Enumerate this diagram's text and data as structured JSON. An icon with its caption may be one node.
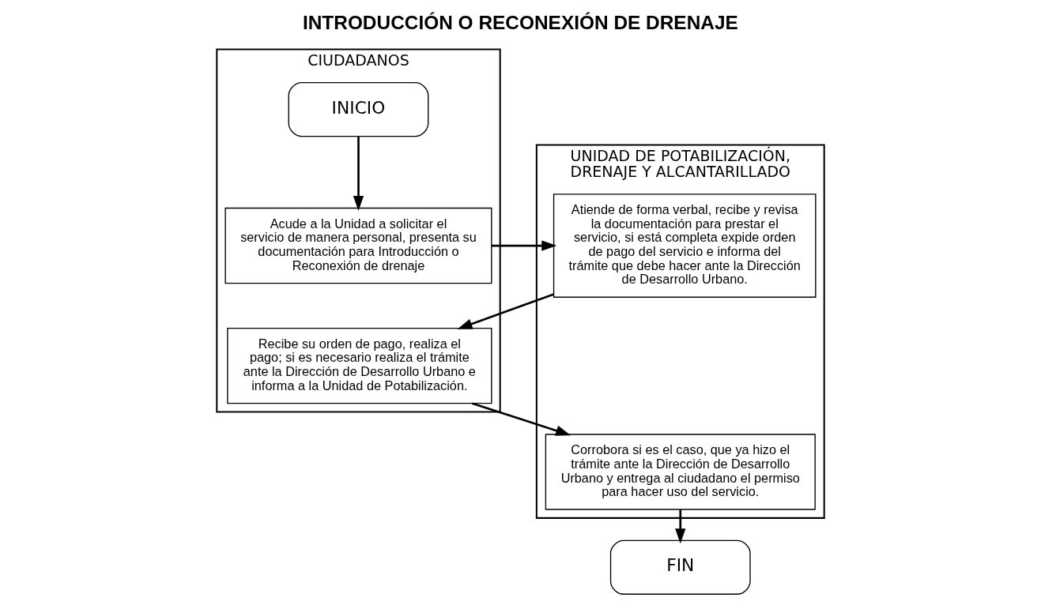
{
  "diagram": {
    "title": "INTRODUCCIÓN O RECONEXIÓN DE DRENAJE",
    "nodes": [
      {
        "text": [
          "CIUDADANOS"
        ]
      },
      {
        "text": [
          "UNIDAD DE POTABILIZACIÓN, DRENAJE Y ALCANTARILLADO"
        ]
      },
      {
        "text": [
          "INICIO"
        ],
        "in": 0
      },
      {
        "text": [
          "Acude a la Unidad a solicitar el servicio de manera personal, presenta su documentación para Introducción o Reconexión de drenaje"
        ],
        "in": 0
      },
      {
        "text": [
          "Atiende de forma verbal, recibe y revisa la documentación para prestar el servicio, si está completa expide orden de pago del servicio e informa del trámite que debe hacer ante la Dirección de Desarrollo Urbano."
        ],
        "in": 1
      },
      {
        "text": [
          "Recibe su orden de pago, realiza el pago; si es necesario realiza el trámite ante la Dirección de Desarrollo Urbano e informa a la Unidad de Potabilización."
        ],
        "in": 0
      },
      {
        "text": [
          "Corrobora si es el caso, que ya hizo el trámite ante la Dirección de Desarrollo Urbano y entrega al ciudadano el permiso para hacer uso del servicio."
        ],
        "in": 1
      },
      {
        "text": [
          "FIN"
        ]
      }
    ],
    "edges": [
      {
        "from": 2,
        "to": 3,
        "arrow": "to"
      },
      {
        "from": 3,
        "to": 4,
        "arrow": "to"
      },
      {
        "from": 4,
        "to": 5,
        "arrow": "to"
      },
      {
        "from": 5,
        "to": 6,
        "arrow": "to"
      },
      {
        "from": 6,
        "to": 7,
        "arrow": "to"
      }
    ]
  }
}
